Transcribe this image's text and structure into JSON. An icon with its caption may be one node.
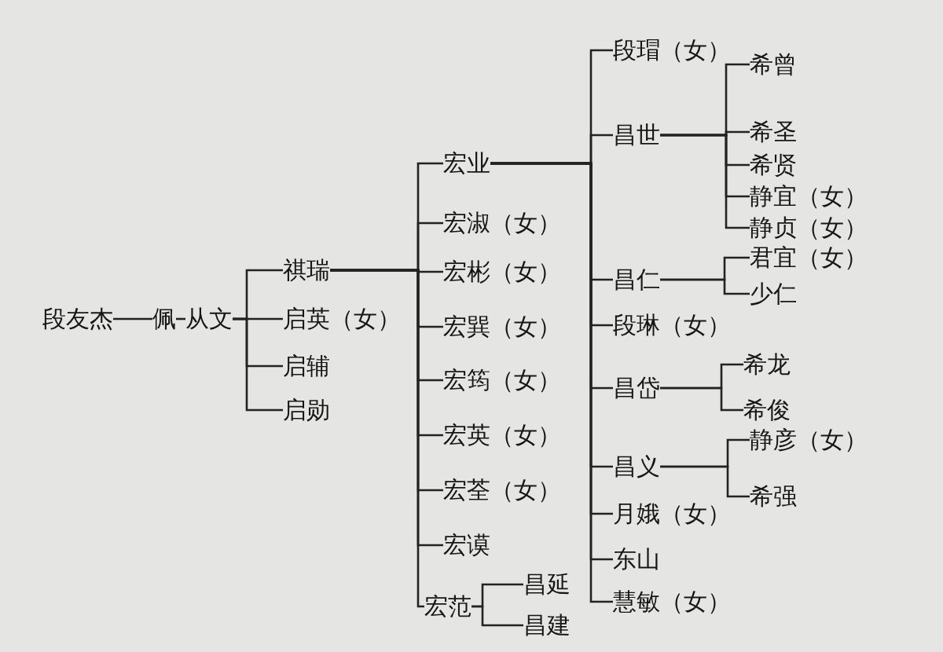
{
  "diagram": {
    "nodes": [
      {
        "text": [
          "段友杰"
        ]
      },
      {
        "text": [
          "佩"
        ]
      },
      {
        "text": [
          "从文"
        ]
      },
      {
        "text": [
          "祺瑞"
        ]
      },
      {
        "text": [
          "启英（女）"
        ]
      },
      {
        "text": [
          "启辅"
        ]
      },
      {
        "text": [
          "启勋"
        ]
      },
      {
        "text": [
          "宏业"
        ]
      },
      {
        "text": [
          "宏淑（女）"
        ]
      },
      {
        "text": [
          "宏彬（女）"
        ]
      },
      {
        "text": [
          "宏巽（女）"
        ]
      },
      {
        "text": [
          "宏筠（女）"
        ]
      },
      {
        "text": [
          "宏英（女）"
        ]
      },
      {
        "text": [
          "宏荃（女）"
        ]
      },
      {
        "text": [
          "宏谟"
        ]
      },
      {
        "text": [
          "宏范"
        ]
      },
      {
        "text": [
          "昌延"
        ]
      },
      {
        "text": [
          "昌建"
        ]
      },
      {
        "text": [
          "段瑁（女）"
        ]
      },
      {
        "text": [
          "昌世"
        ]
      },
      {
        "text": [
          "昌仁"
        ]
      },
      {
        "text": [
          "段琳（女）"
        ]
      },
      {
        "text": [
          "昌岱"
        ]
      },
      {
        "text": [
          "昌义"
        ]
      },
      {
        "text": [
          "月娥（女）"
        ]
      },
      {
        "text": [
          "东山"
        ]
      },
      {
        "text": [
          "慧敏（女）"
        ]
      },
      {
        "text": [
          "希曾"
        ]
      },
      {
        "text": [
          "希圣"
        ]
      },
      {
        "text": [
          "希贤"
        ]
      },
      {
        "text": [
          "静宜（女）"
        ]
      },
      {
        "text": [
          "静贞（女）"
        ]
      },
      {
        "text": [
          "君宜（女）"
        ]
      },
      {
        "text": [
          "少仁"
        ]
      },
      {
        "text": [
          "希龙"
        ]
      },
      {
        "text": [
          "希俊"
        ]
      },
      {
        "text": [
          "静彦（女）"
        ]
      },
      {
        "text": [
          "希强"
        ]
      }
    ],
    "edges": [
      {
        "from": 0,
        "to": 1,
        "arrow": "none"
      },
      {
        "from": 1,
        "to": 2,
        "arrow": "none"
      },
      {
        "from": 2,
        "to": 3,
        "arrow": "none"
      },
      {
        "from": 2,
        "to": 4,
        "arrow": "none"
      },
      {
        "from": 2,
        "to": 5,
        "arrow": "none"
      },
      {
        "from": 2,
        "to": 6,
        "arrow": "none"
      },
      {
        "from": 3,
        "to": 7,
        "arrow": "none"
      },
      {
        "from": 3,
        "to": 8,
        "arrow": "none"
      },
      {
        "from": 3,
        "to": 9,
        "arrow": "none"
      },
      {
        "from": 3,
        "to": 10,
        "arrow": "none"
      },
      {
        "from": 3,
        "to": 11,
        "arrow": "none"
      },
      {
        "from": 3,
        "to": 12,
        "arrow": "none"
      },
      {
        "from": 3,
        "to": 13,
        "arrow": "none"
      },
      {
        "from": 3,
        "to": 14,
        "arrow": "none"
      },
      {
        "from": 3,
        "to": 15,
        "arrow": "none"
      },
      {
        "from": 15,
        "to": 16,
        "arrow": "none"
      },
      {
        "from": 15,
        "to": 17,
        "arrow": "none"
      },
      {
        "from": 7,
        "to": 18,
        "arrow": "none"
      },
      {
        "from": 7,
        "to": 19,
        "arrow": "none"
      },
      {
        "from": 7,
        "to": 20,
        "arrow": "none"
      },
      {
        "from": 7,
        "to": 21,
        "arrow": "none"
      },
      {
        "from": 7,
        "to": 22,
        "arrow": "none"
      },
      {
        "from": 7,
        "to": 23,
        "arrow": "none"
      },
      {
        "from": 7,
        "to": 24,
        "arrow": "none"
      },
      {
        "from": 7,
        "to": 25,
        "arrow": "none"
      },
      {
        "from": 7,
        "to": 26,
        "arrow": "none"
      },
      {
        "from": 19,
        "to": 27,
        "arrow": "none"
      },
      {
        "from": 19,
        "to": 28,
        "arrow": "none"
      },
      {
        "from": 19,
        "to": 29,
        "arrow": "none"
      },
      {
        "from": 19,
        "to": 30,
        "arrow": "none"
      },
      {
        "from": 19,
        "to": 31,
        "arrow": "none"
      },
      {
        "from": 20,
        "to": 32,
        "arrow": "none"
      },
      {
        "from": 20,
        "to": 33,
        "arrow": "none"
      },
      {
        "from": 22,
        "to": 34,
        "arrow": "none"
      },
      {
        "from": 22,
        "to": 35,
        "arrow": "none"
      },
      {
        "from": 23,
        "to": 36,
        "arrow": "none"
      },
      {
        "from": 23,
        "to": 37,
        "arrow": "none"
      }
    ]
  }
}
